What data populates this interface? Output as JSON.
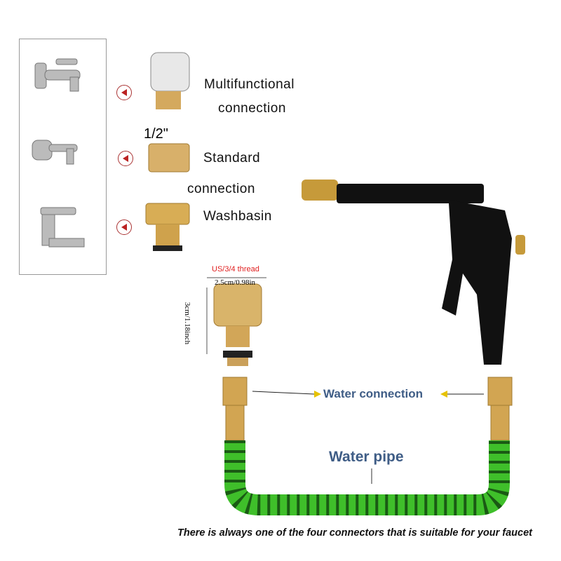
{
  "connectors": [
    {
      "label_line1": "Multifunctional",
      "label_line2": "connection"
    },
    {
      "label_line1": "Standard",
      "label_line2": "connection",
      "size": "1/2\""
    },
    {
      "label_line1": "Washbasin"
    }
  ],
  "dimensions": {
    "thread": "US/3/4 thread",
    "width": "2.5cm/0.98in",
    "height": "3cm/1.18inch"
  },
  "callouts": {
    "water_connection": "Water connection",
    "water_pipe": "Water pipe"
  },
  "footer": "There is always one of the four connectors that is suitable for your faucet",
  "colors": {
    "brass": "#c9a25a",
    "hose_green": "#3fbf2a",
    "label_blue": "#3f5d86",
    "thread_red": "#e02020"
  }
}
